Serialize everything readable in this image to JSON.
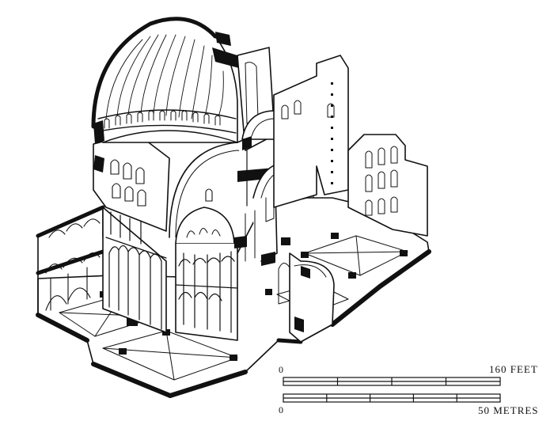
{
  "scale_bars": {
    "feet": {
      "start_label": "0",
      "end_label": "160 FEET",
      "divisions": 4
    },
    "metres": {
      "start_label": "0",
      "end_label": "50 METRES",
      "divisions": 5
    }
  },
  "colors": {
    "ink": "#111111",
    "paper": "#ffffff"
  }
}
